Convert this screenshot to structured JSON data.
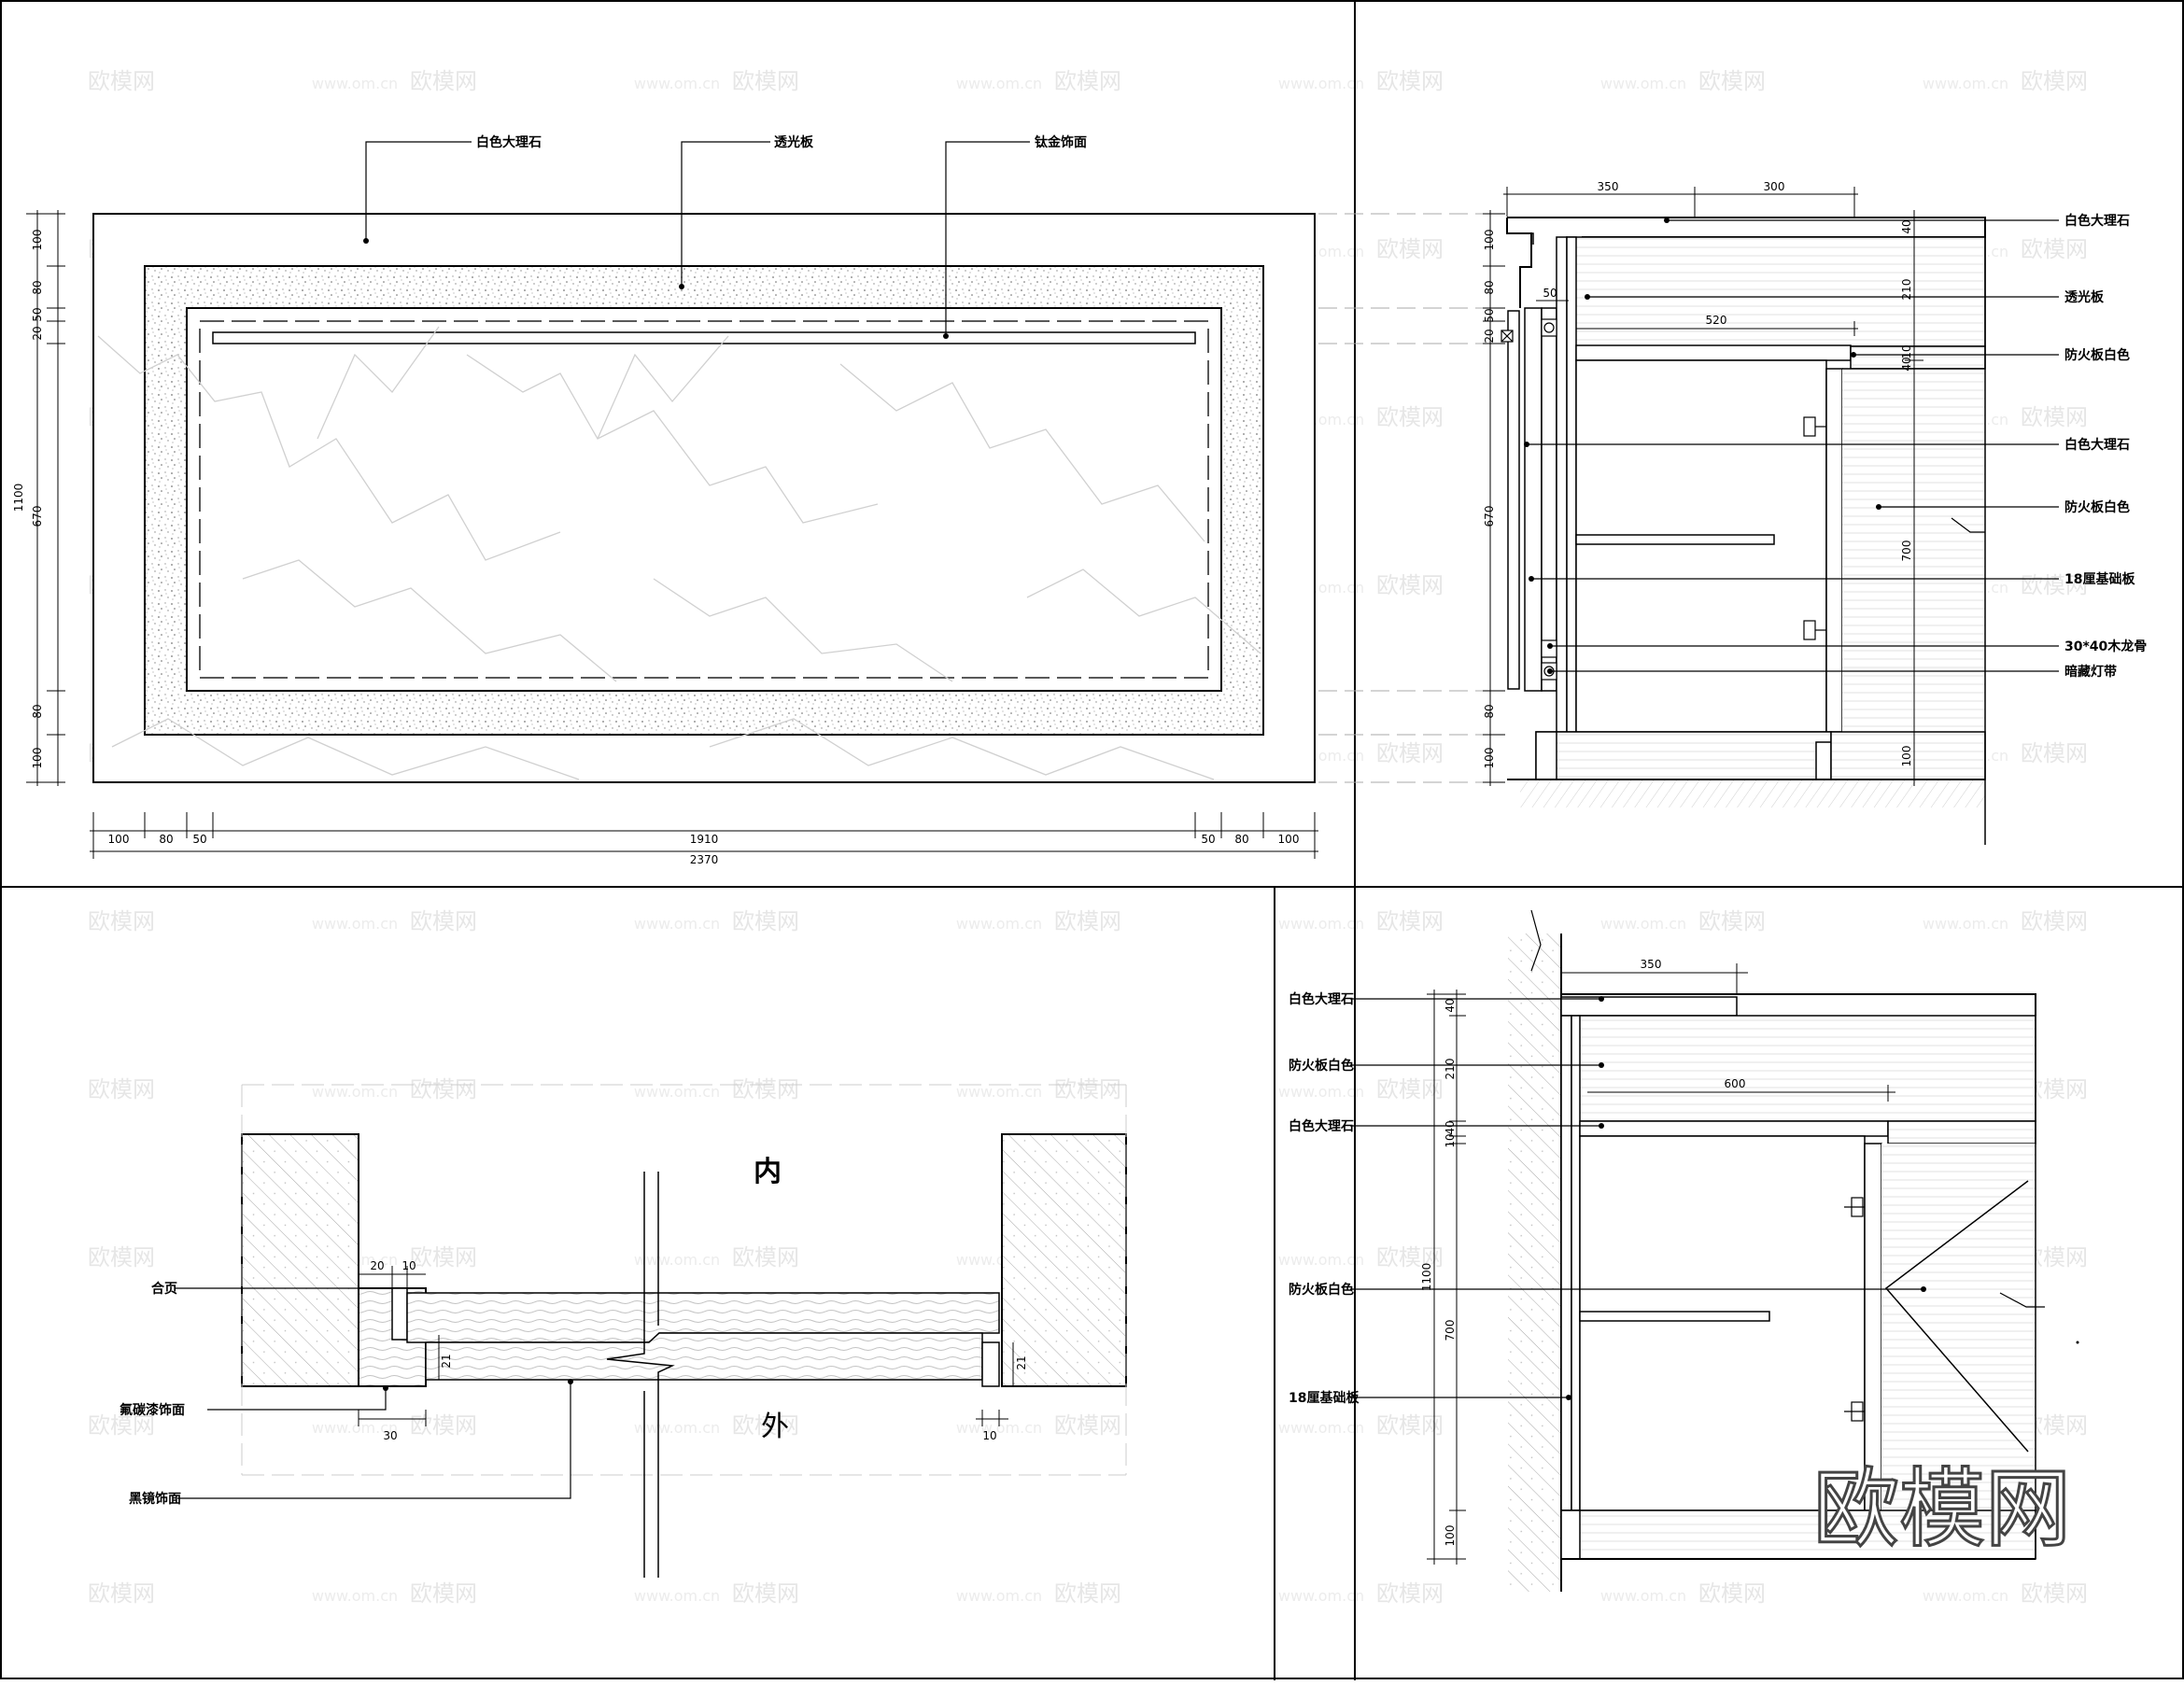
{
  "watermark": {
    "logo": "欧模网",
    "small": "欧模网",
    "url": "www.om.cn"
  },
  "front_elevation": {
    "labels": [
      "白色大理石",
      "透光板",
      "钛金饰面"
    ],
    "dims_left": [
      "100",
      "80",
      "20",
      "50",
      "1100",
      "670",
      "80",
      "100"
    ],
    "dims_bottom": [
      "100",
      "80",
      "50",
      "1910",
      "50",
      "80",
      "100"
    ],
    "dim_total": "2370"
  },
  "side_section": {
    "dims_top": [
      "350",
      "300"
    ],
    "dims_left": [
      "100",
      "80",
      "20",
      "50",
      "670",
      "80",
      "100"
    ],
    "dims_inner": [
      "50",
      "520"
    ],
    "dims_right": [
      "40",
      "210",
      "10",
      "40",
      "700",
      "100"
    ],
    "labels": [
      "白色大理石",
      "透光板",
      "防火板白色",
      "白色大理石",
      "防火板白色",
      "18厘基础板",
      "30*40木龙骨",
      "暗藏灯带"
    ]
  },
  "plan_section": {
    "inside": "内",
    "outside": "外",
    "labels": [
      "合页",
      "氟碳漆饰面",
      "黑镜饰面"
    ],
    "dims": [
      "20",
      "10",
      "21",
      "30",
      "21",
      "10"
    ]
  },
  "detail_section": {
    "labels": [
      "白色大理石",
      "防火板白色",
      "白色大理石",
      "防火板白色",
      "18厘基础板"
    ],
    "dims_top": [
      "350",
      "600"
    ],
    "dims_left": [
      "40",
      "210",
      "10",
      "40",
      "1100",
      "700",
      "100"
    ]
  }
}
